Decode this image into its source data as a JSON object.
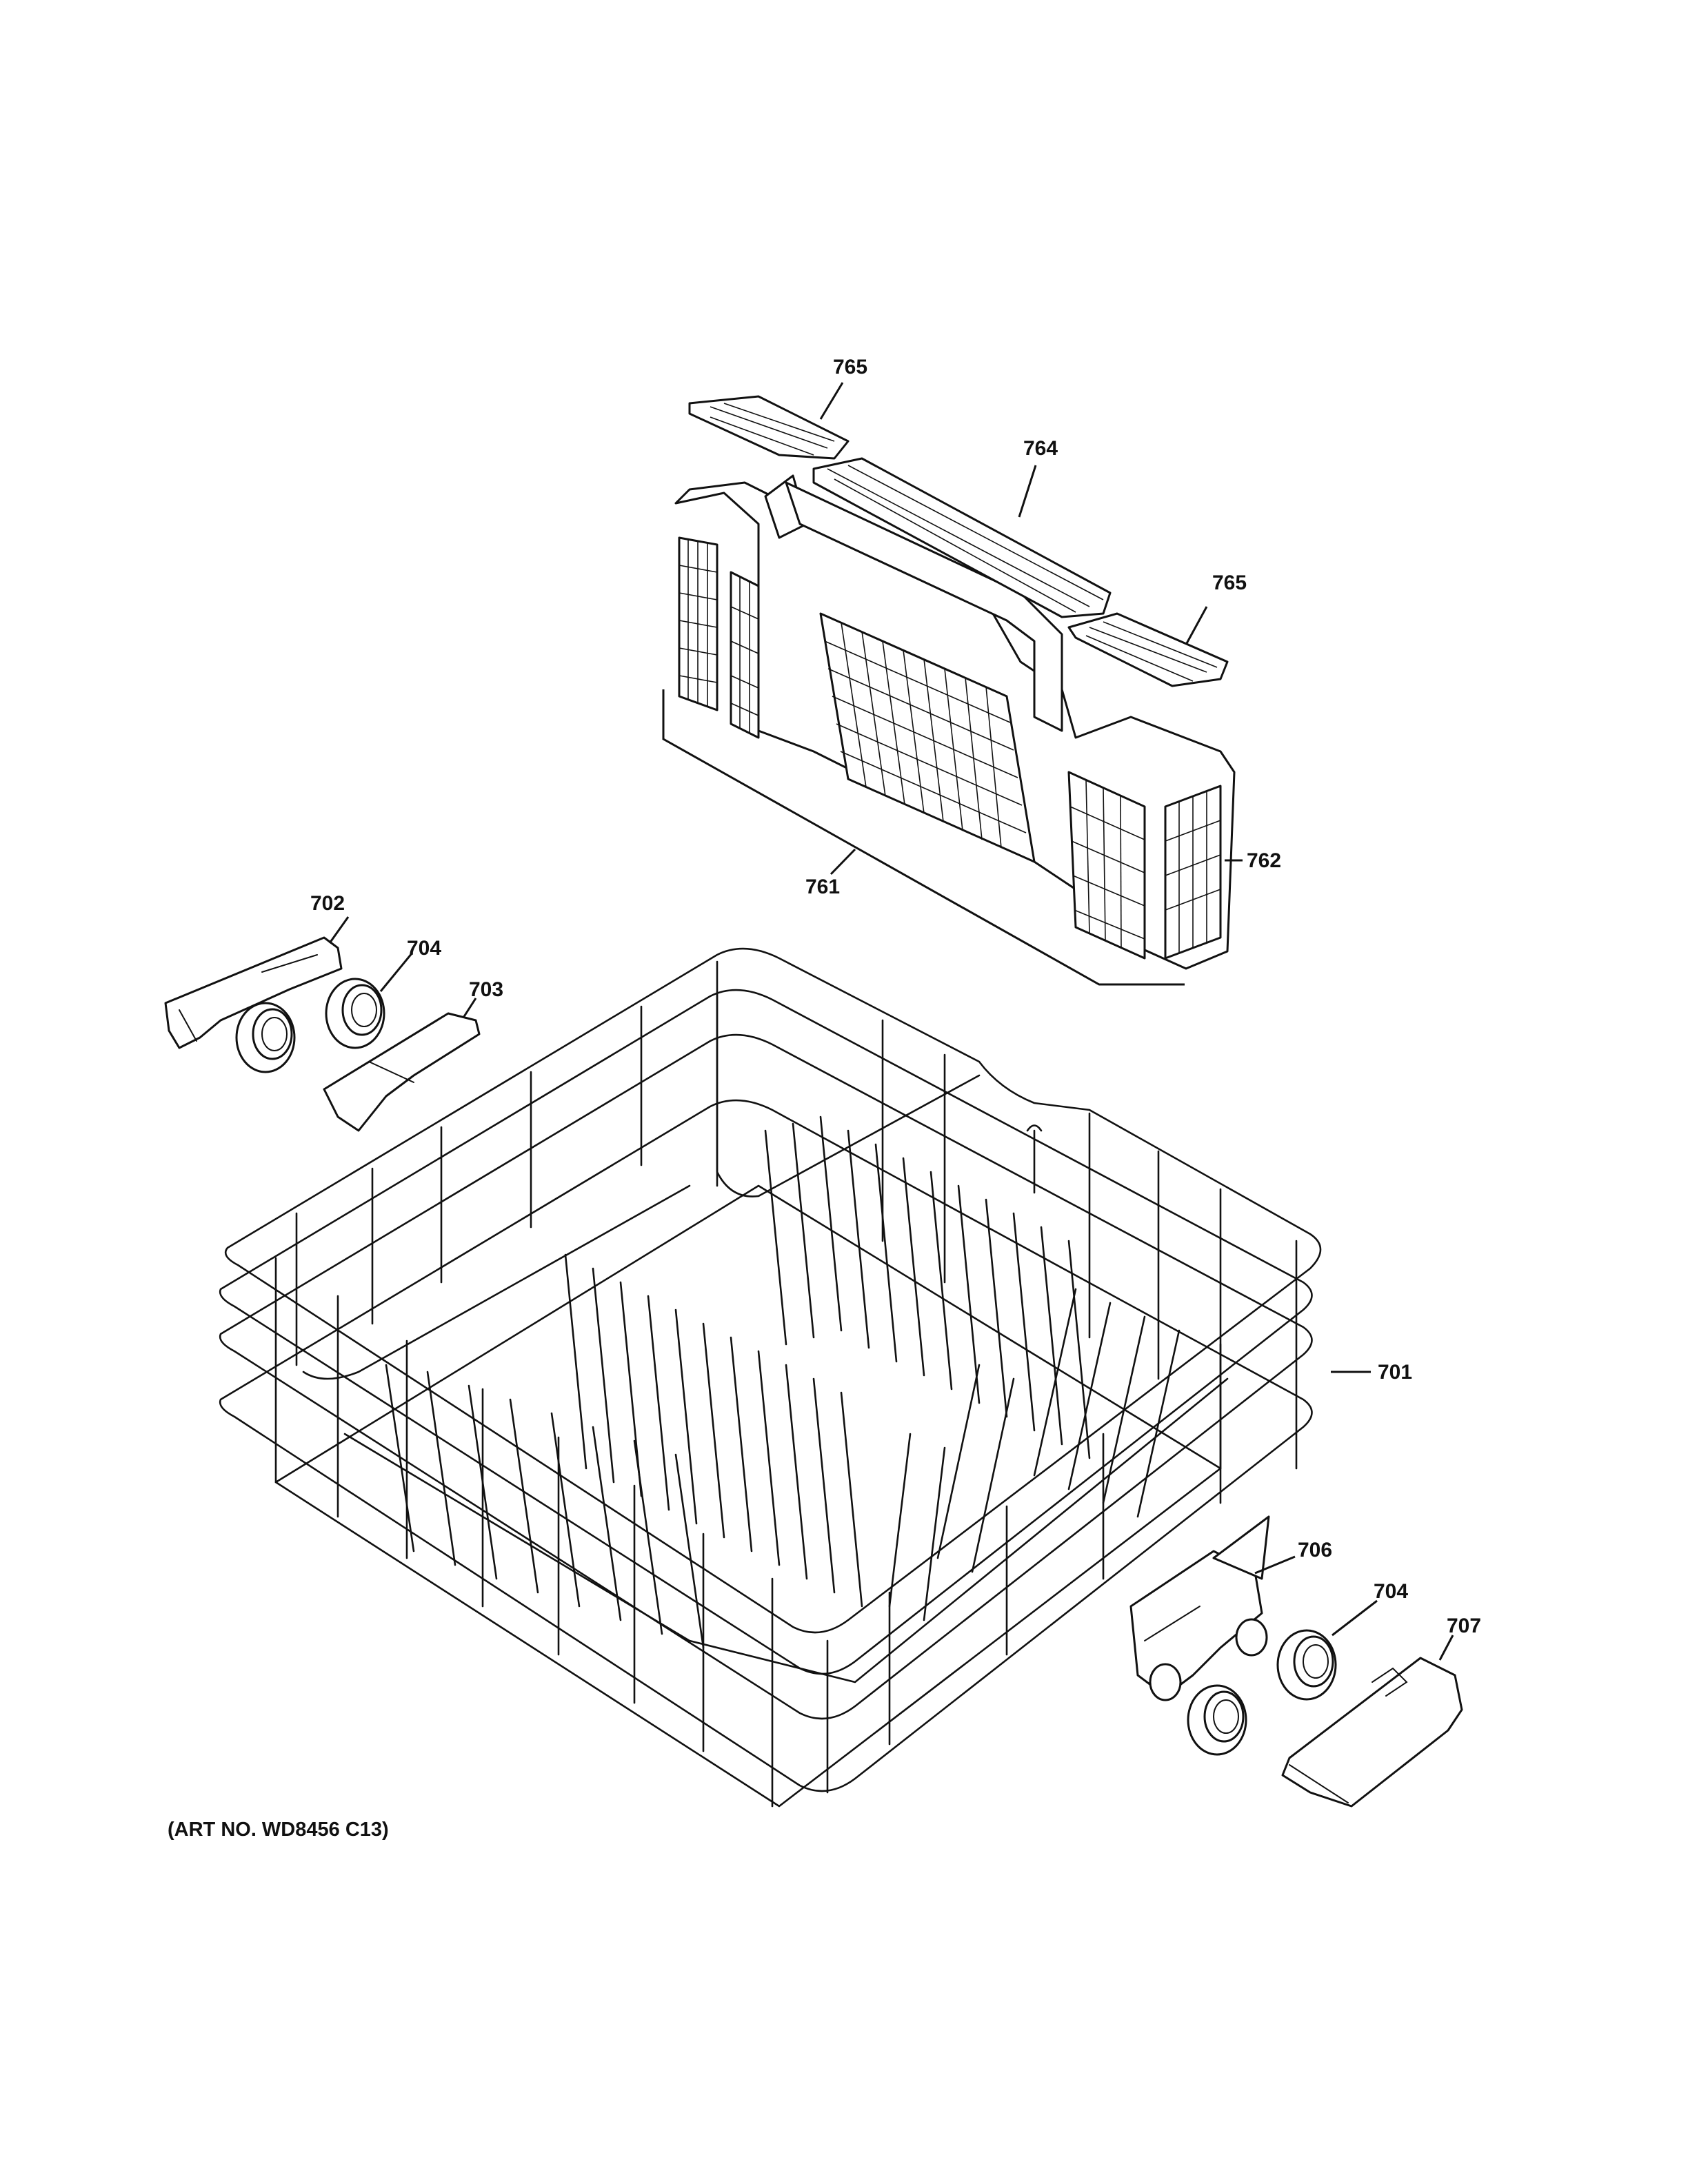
{
  "diagram": {
    "callouts": {
      "c765a": "765",
      "c764": "764",
      "c765b": "765",
      "c762": "762",
      "c761": "761",
      "c702": "702",
      "c704a": "704",
      "c703": "703",
      "c701": "701",
      "c706": "706",
      "c704b": "704",
      "c707": "707"
    },
    "art_number": "(ART NO. WD8456 C13)"
  },
  "colors": {
    "line": "#111111",
    "background": "#ffffff"
  }
}
